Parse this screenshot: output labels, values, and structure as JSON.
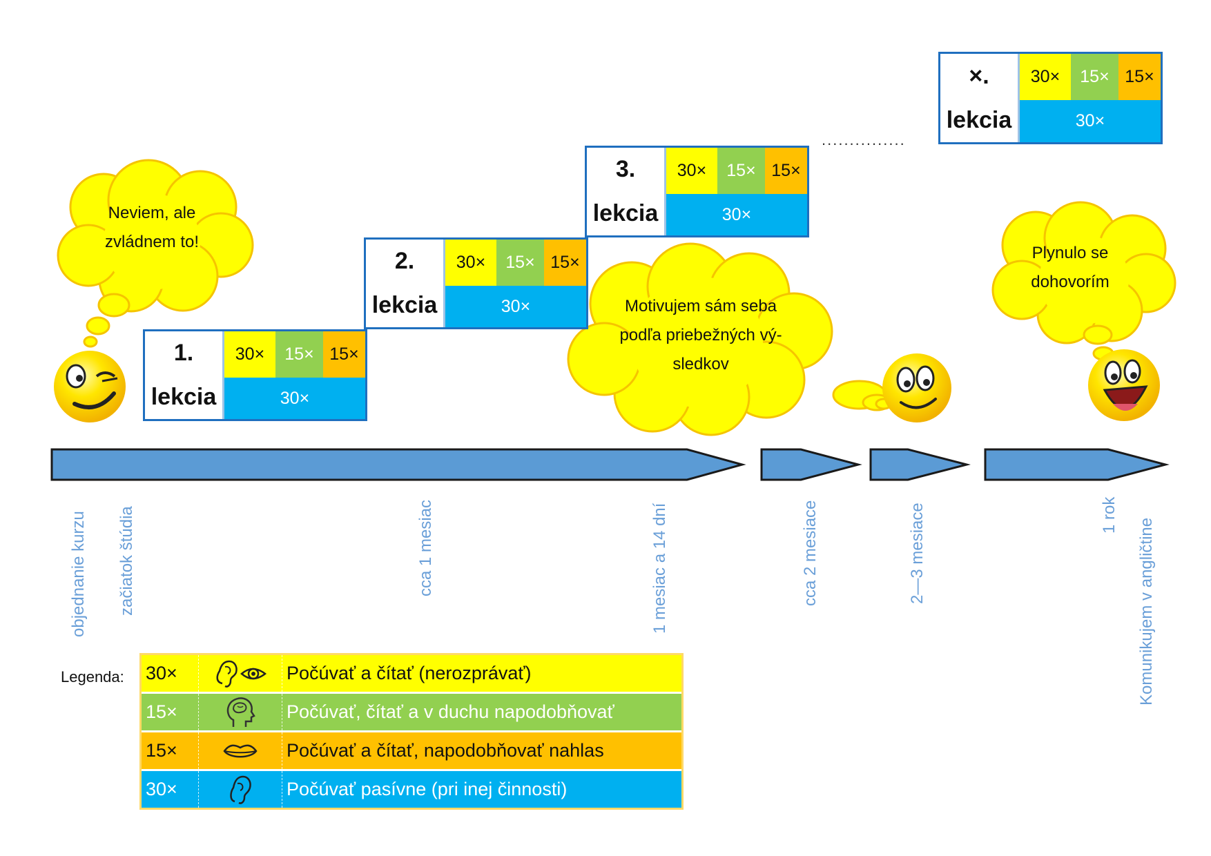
{
  "lessons": [
    {
      "num": "1.",
      "word": "lekcia",
      "yellow": "30×",
      "green": "15×",
      "orange": "15×",
      "blue": "30×"
    },
    {
      "num": "2.",
      "word": "lekcia",
      "yellow": "30×",
      "green": "15×",
      "orange": "15×",
      "blue": "30×"
    },
    {
      "num": "3.",
      "word": "lekcia",
      "yellow": "30×",
      "green": "15×",
      "orange": "15×",
      "blue": "30×"
    },
    {
      "num": "×.",
      "word": "lekcia",
      "yellow": "30×",
      "green": "15×",
      "orange": "15×",
      "blue": "30×"
    }
  ],
  "ellipsis": "...............",
  "clouds": {
    "left": [
      "Neviem, ale",
      "zvládnem to!"
    ],
    "middle": [
      "Motivujem sám seba",
      "podľa priebežných vý-",
      "sledkov"
    ],
    "right": [
      "Plynulo se",
      "dohovorím"
    ]
  },
  "timeline": [
    "objednanie kurzu",
    "začiatok štúdia",
    "cca 1 mesiac",
    "1 mesiac a 14 dní",
    "cca 2 mesiace",
    "2—3 mesiace",
    "1 rok",
    "Komunikujem v angličtine"
  ],
  "legend": {
    "label": "Legenda:",
    "rows": [
      {
        "count": "30×",
        "icon": "ear-eye-icon",
        "text": "Počúvať a čítať (nerozprávať)"
      },
      {
        "count": "15×",
        "icon": "head-brain-icon",
        "text": "Počúvať, čítať a v duchu napodobňovať"
      },
      {
        "count": "15×",
        "icon": "lips-icon",
        "text": "Počúvať a čítať, napodobňovať nahlas"
      },
      {
        "count": "30×",
        "icon": "ear-icon",
        "text": "Počúvať pasívne (pri inej činnosti)"
      }
    ]
  },
  "colors": {
    "yellow": "#ffff00",
    "green": "#92d050",
    "orange": "#ffc000",
    "blue": "#00b0f0",
    "arrow": "#5b9bd5",
    "box_border": "#1f6fbf",
    "label_text": "#6a9fd8"
  }
}
